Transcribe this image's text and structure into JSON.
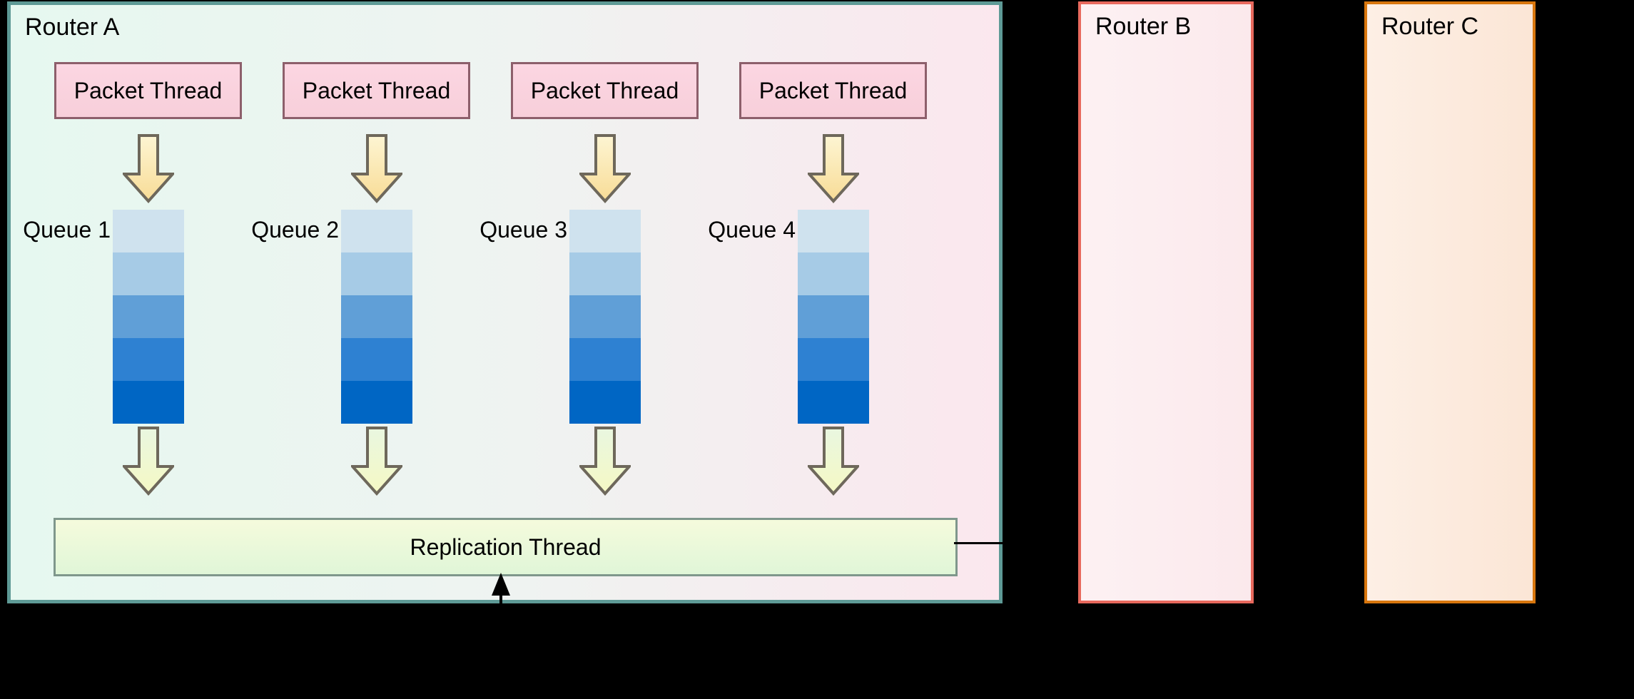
{
  "diagram": {
    "router_a": {
      "title": "Router A",
      "columns": [
        {
          "thread_label": "Packet Thread",
          "queue_label": "Queue 1"
        },
        {
          "thread_label": "Packet Thread",
          "queue_label": "Queue 2"
        },
        {
          "thread_label": "Packet Thread",
          "queue_label": "Queue 3"
        },
        {
          "thread_label": "Packet Thread",
          "queue_label": "Queue 4"
        }
      ],
      "queue_segments_per_queue": 5,
      "replication_label": "Replication Thread"
    },
    "router_b": {
      "title": "Router B"
    },
    "router_c": {
      "title": "Router C"
    }
  },
  "icons": {
    "down_arrow": "down-arrow-icon",
    "up_arrow": "up-arrow-icon",
    "flow_arrowhead": "right-arrowhead-icon"
  },
  "colors": {
    "canvas_bg": "#000000",
    "text_color": "#000000",
    "router_a_border": "#5e9a96",
    "router_a_fill_left": "#e6f8f0",
    "router_a_fill_mid": "#eff3f1",
    "router_a_fill_right": "#fbe7ee",
    "packet_box_border": "#8d5f6b",
    "packet_box_fill_top": "#fcd6e2",
    "packet_box_fill_bottom": "#f7cfda",
    "arrow_stroke": "#6e685b",
    "arrow_top_fill_top": "#fdf5d3",
    "arrow_top_fill_bottom": "#f8dc96",
    "arrow_bottom_fill_top": "#e9f7e0",
    "arrow_bottom_fill_bottom": "#f5f8c4",
    "queue_seg_1": "#cfe2ee",
    "queue_seg_2": "#a6cbe6",
    "queue_seg_3": "#609fd7",
    "queue_seg_4": "#2e81d2",
    "queue_seg_5": "#0066c4",
    "replication_border": "#7f978c",
    "replication_fill_top": "#f5fbdc",
    "replication_fill_bottom": "#e0f6d8",
    "router_b_border": "#e8695d",
    "router_b_fill_left": "#fdf1f3",
    "router_b_fill_right": "#fbe9ec",
    "router_c_border": "#d8760d",
    "router_c_fill_left": "#fdefe5",
    "router_c_fill_right": "#fbe6d6",
    "line_color": "#000000"
  }
}
